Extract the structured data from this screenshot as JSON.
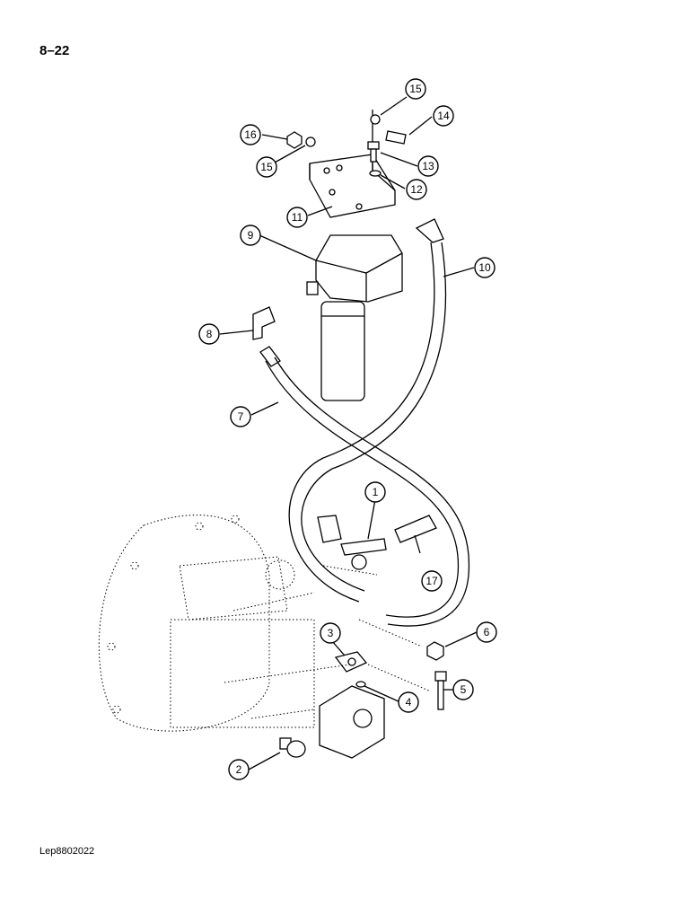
{
  "page": {
    "number": "8–22",
    "reference": "Lep8802022"
  },
  "callouts": [
    {
      "label": "1"
    },
    {
      "label": "2"
    },
    {
      "label": "3"
    },
    {
      "label": "4"
    },
    {
      "label": "5"
    },
    {
      "label": "6"
    },
    {
      "label": "7"
    },
    {
      "label": "8"
    },
    {
      "label": "9"
    },
    {
      "label": "10"
    },
    {
      "label": "11"
    },
    {
      "label": "12"
    },
    {
      "label": "13"
    },
    {
      "label": "14"
    },
    {
      "label": "15"
    },
    {
      "label": "15"
    },
    {
      "label": "16"
    },
    {
      "label": "17"
    }
  ]
}
